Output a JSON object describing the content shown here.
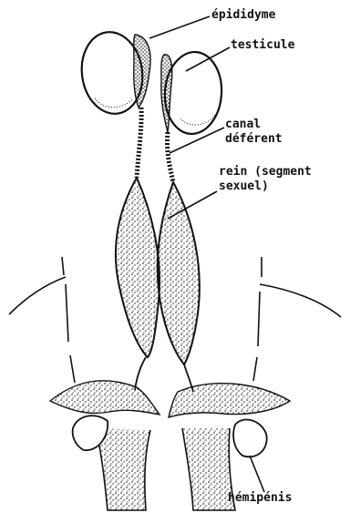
{
  "labels": {
    "epididyme": "épididyme",
    "testicule": "testicule",
    "canal_line1": "canal",
    "canal_line2": "déférent",
    "rein_line1": "rein (segment",
    "rein_line2": "sexuel)",
    "hemipenis": "hémipénis"
  },
  "colors": {
    "ink": "#111111",
    "background": "#ffffff"
  }
}
